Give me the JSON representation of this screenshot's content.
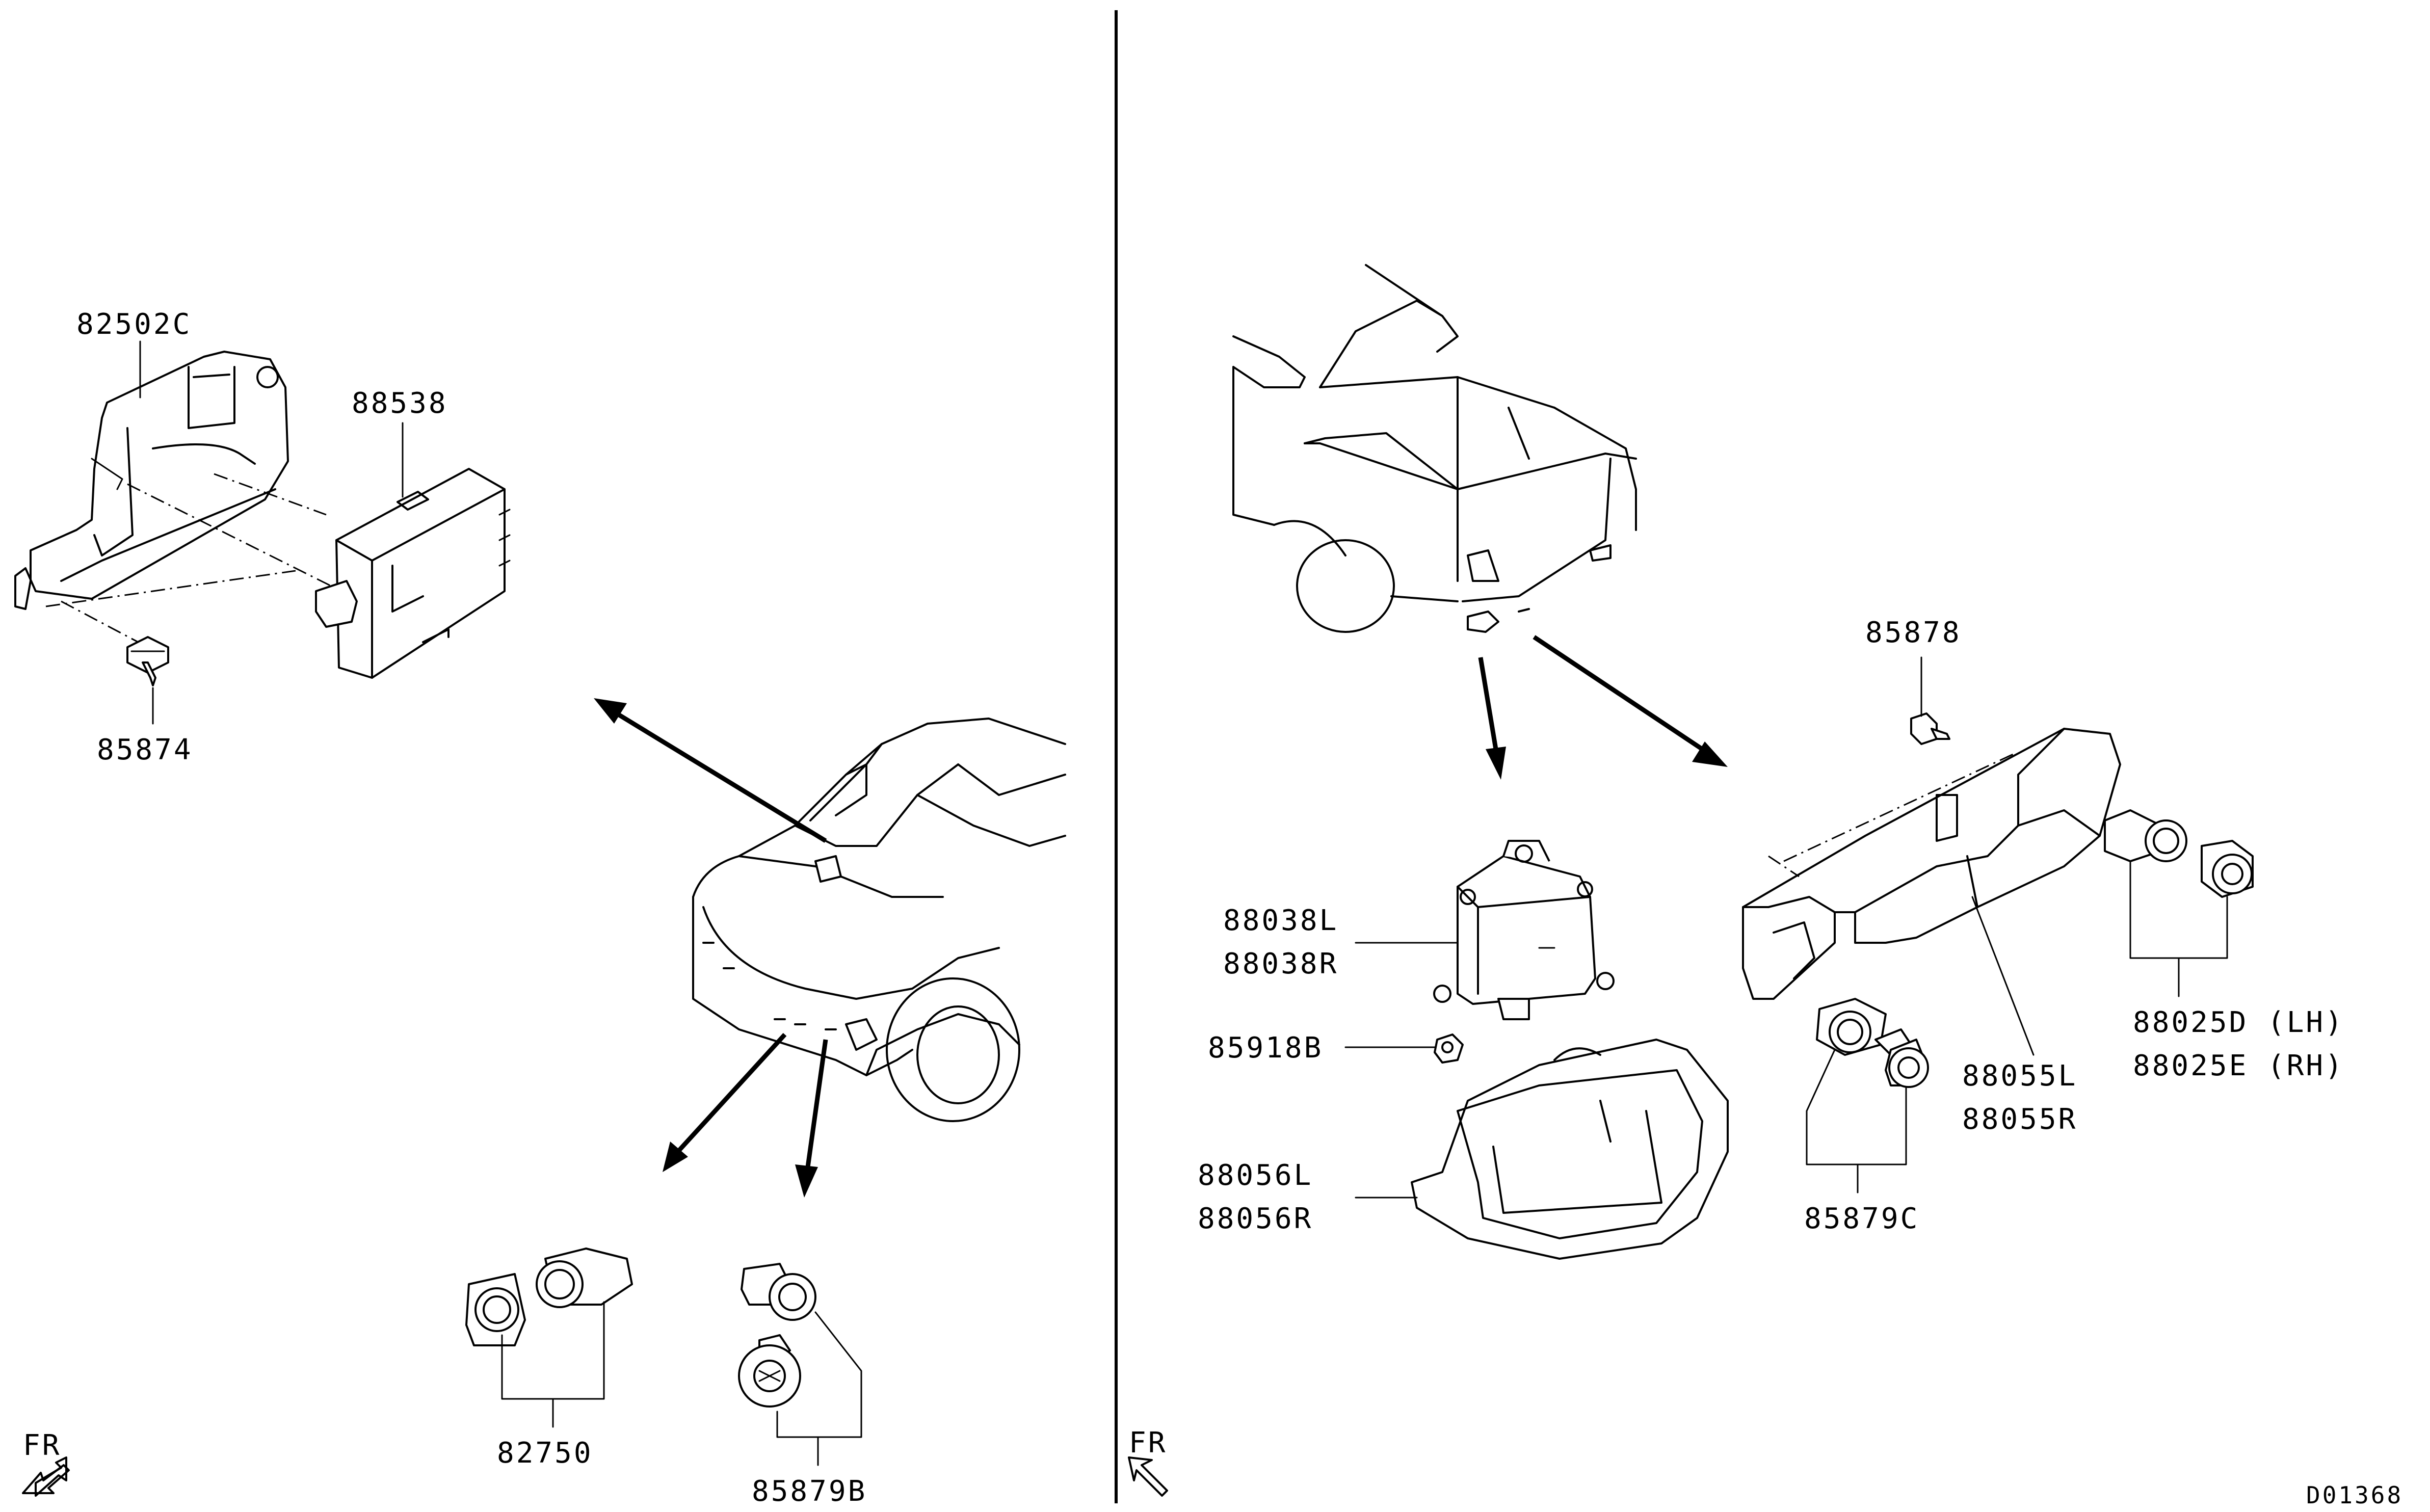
{
  "diagram": {
    "parts": {
      "p82502C": "82502C",
      "p88538": "88538",
      "p85874": "85874",
      "p82750": "82750",
      "p85879B": "85879B",
      "p85878": "85878",
      "p88038L": "88038L",
      "p88038R": "88038R",
      "p85918B": "85918B",
      "p88056L": "88056L",
      "p88056R": "88056R",
      "p88055L": "88055L",
      "p88055R": "88055R",
      "p85879C": "85879C",
      "p88025D": "88025D (LH)",
      "p88025E": "88025E (RH)"
    },
    "orientation_left": "FR",
    "orientation_right": "FR",
    "drawing_code": "D01368"
  }
}
